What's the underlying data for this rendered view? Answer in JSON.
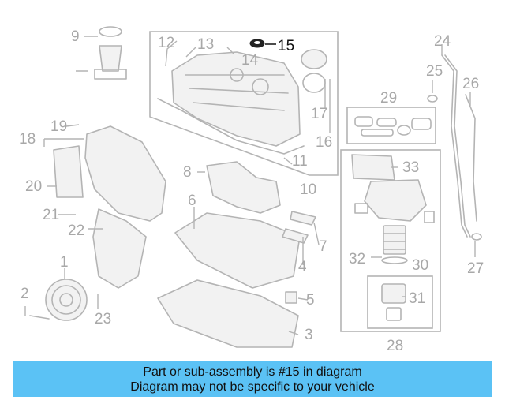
{
  "diagram": {
    "callouts": [
      "1",
      "2",
      "3",
      "4",
      "5",
      "6",
      "7",
      "8",
      "9",
      "10",
      "11",
      "12",
      "13",
      "14",
      "15",
      "16",
      "17",
      "18",
      "19",
      "20",
      "21",
      "22",
      "23",
      "24",
      "25",
      "26",
      "27",
      "28",
      "29",
      "30",
      "31",
      "32",
      "33"
    ],
    "highlighted_part": "15"
  },
  "banner": {
    "line1": "Part or sub-assembly is #15 in diagram",
    "line2": "Diagram may not be specific to your vehicle",
    "color": "#5bc2f5"
  }
}
